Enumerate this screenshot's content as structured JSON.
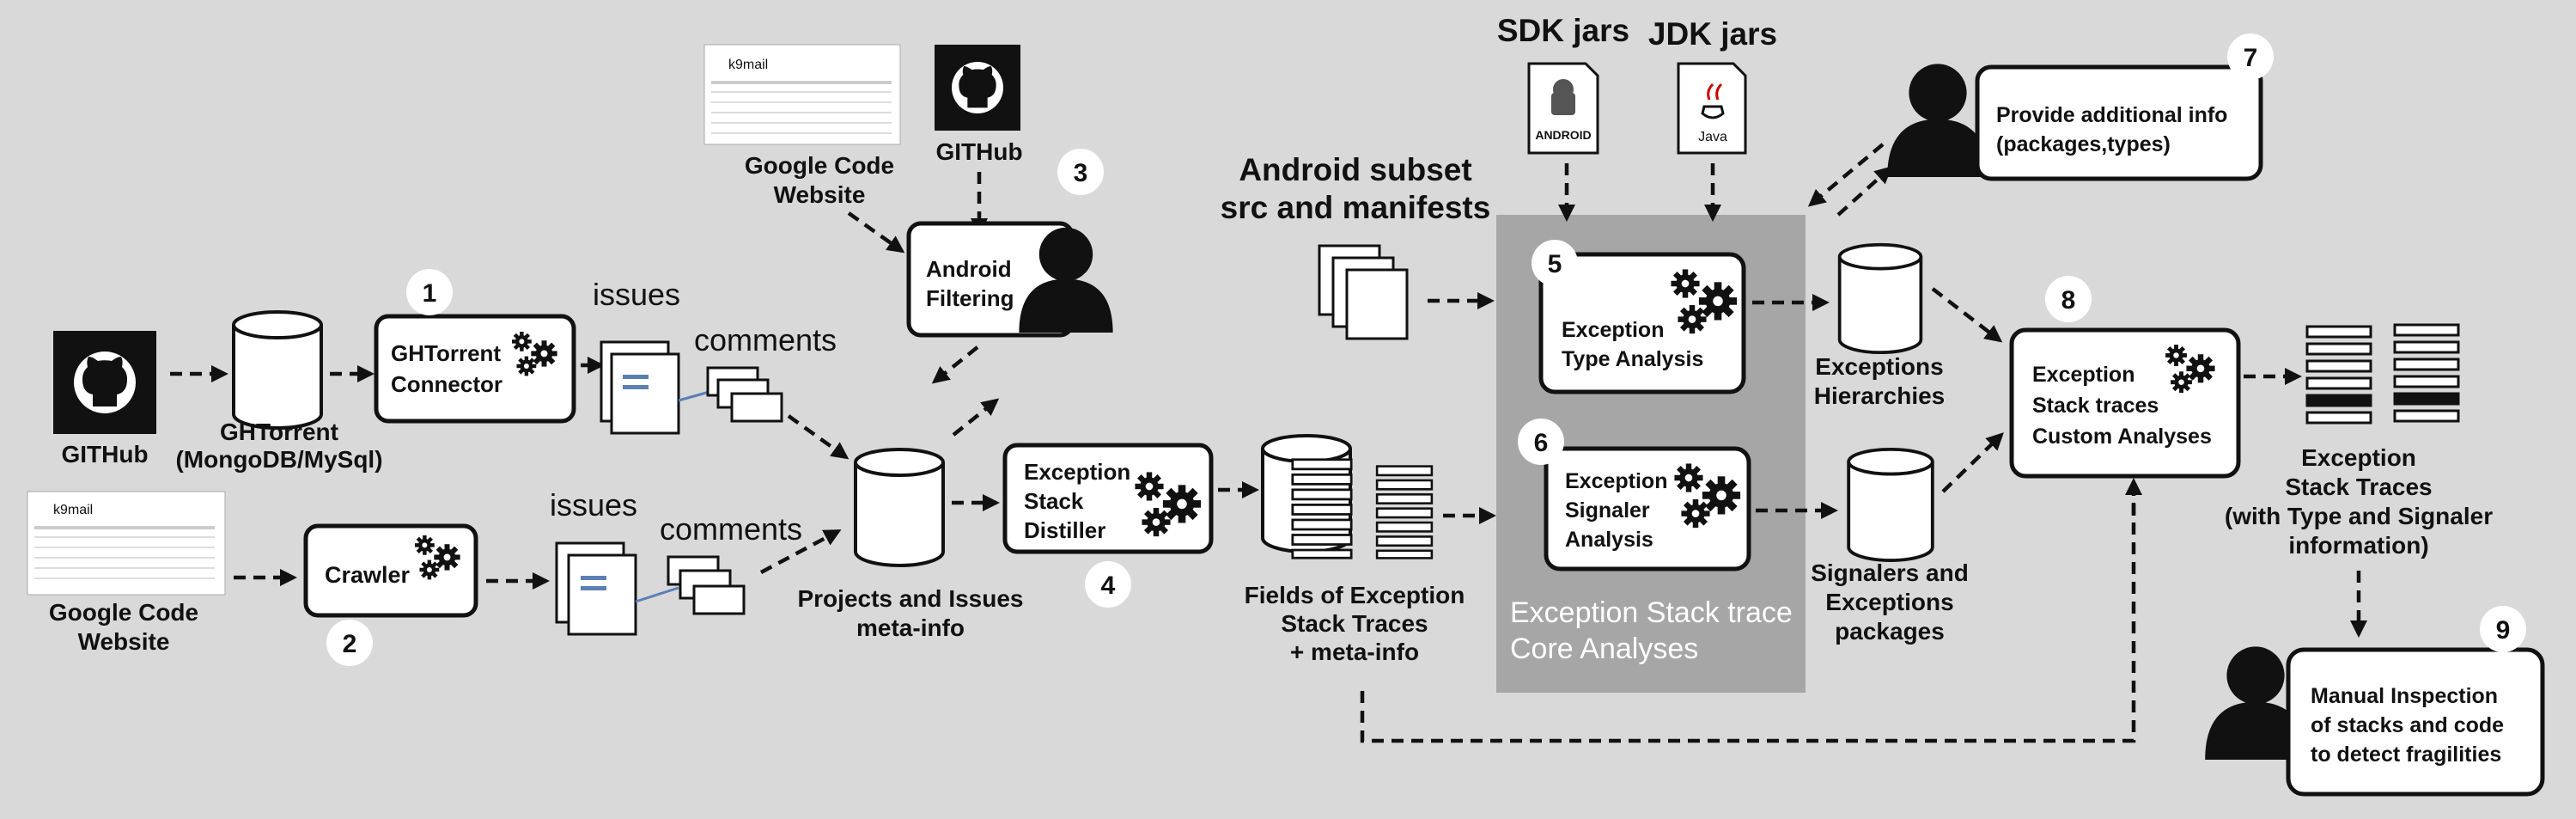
{
  "nodes": {
    "github1": "GITHub",
    "ghtorrent_db": [
      "GHTorrent",
      "(MongoDB/MySql)"
    ],
    "ghtorrent_connector": [
      "GHTorrent",
      "Connector"
    ],
    "google_code_1": [
      "Google Code",
      "Website"
    ],
    "crawler": "Crawler",
    "issues_top": "issues",
    "comments_top": "comments",
    "issues_bottom": "issues",
    "comments_bottom": "comments",
    "google_code_2": [
      "Google Code",
      "Website"
    ],
    "github2": "GITHub",
    "android_filtering": [
      "Android",
      "Filtering"
    ],
    "projects_issues": [
      "Projects and Issues",
      "meta-info"
    ],
    "stack_distiller": [
      "Exception",
      "Stack",
      "Distiller"
    ],
    "fields": [
      "Fields of Exception",
      "Stack Traces",
      "+ meta-info"
    ],
    "android_subset": [
      "Android subset",
      "src and manifests"
    ],
    "sdk_jars": "SDK jars",
    "jdk_jars": "JDK jars",
    "type_analysis": [
      "Exception",
      "Type Analysis"
    ],
    "signaler_analysis": [
      "Exception",
      "Signaler",
      "Analysis"
    ],
    "core_analyses": [
      "Exception Stack trace",
      "Core Analyses"
    ],
    "exceptions_hierarchies": [
      "Exceptions",
      "Hierarchies"
    ],
    "signalers_packages": [
      "Signalers and",
      "Exceptions",
      "packages"
    ],
    "additional_info": [
      "Provide additional info",
      "(packages,types)"
    ],
    "custom_analyses": [
      "Exception",
      "Stack traces",
      "Custom Analyses"
    ],
    "stack_traces_out": [
      "Exception",
      "Stack Traces",
      "(with Type and Signaler",
      "information)"
    ],
    "manual_inspection": [
      "Manual Inspection",
      "of stacks and code",
      "to detect fragilities"
    ]
  },
  "screenshot_title": "k9mail",
  "android_icon_text": "ANDROID",
  "java_icon_text": "Java",
  "badges": [
    "1",
    "2",
    "3",
    "4",
    "5",
    "6",
    "7",
    "8",
    "9"
  ],
  "colors": {
    "background": "#d9d9d9",
    "core_panel": "#a6a6a6",
    "core_text": "#ffffff",
    "link_line": "#5b7fb5"
  }
}
